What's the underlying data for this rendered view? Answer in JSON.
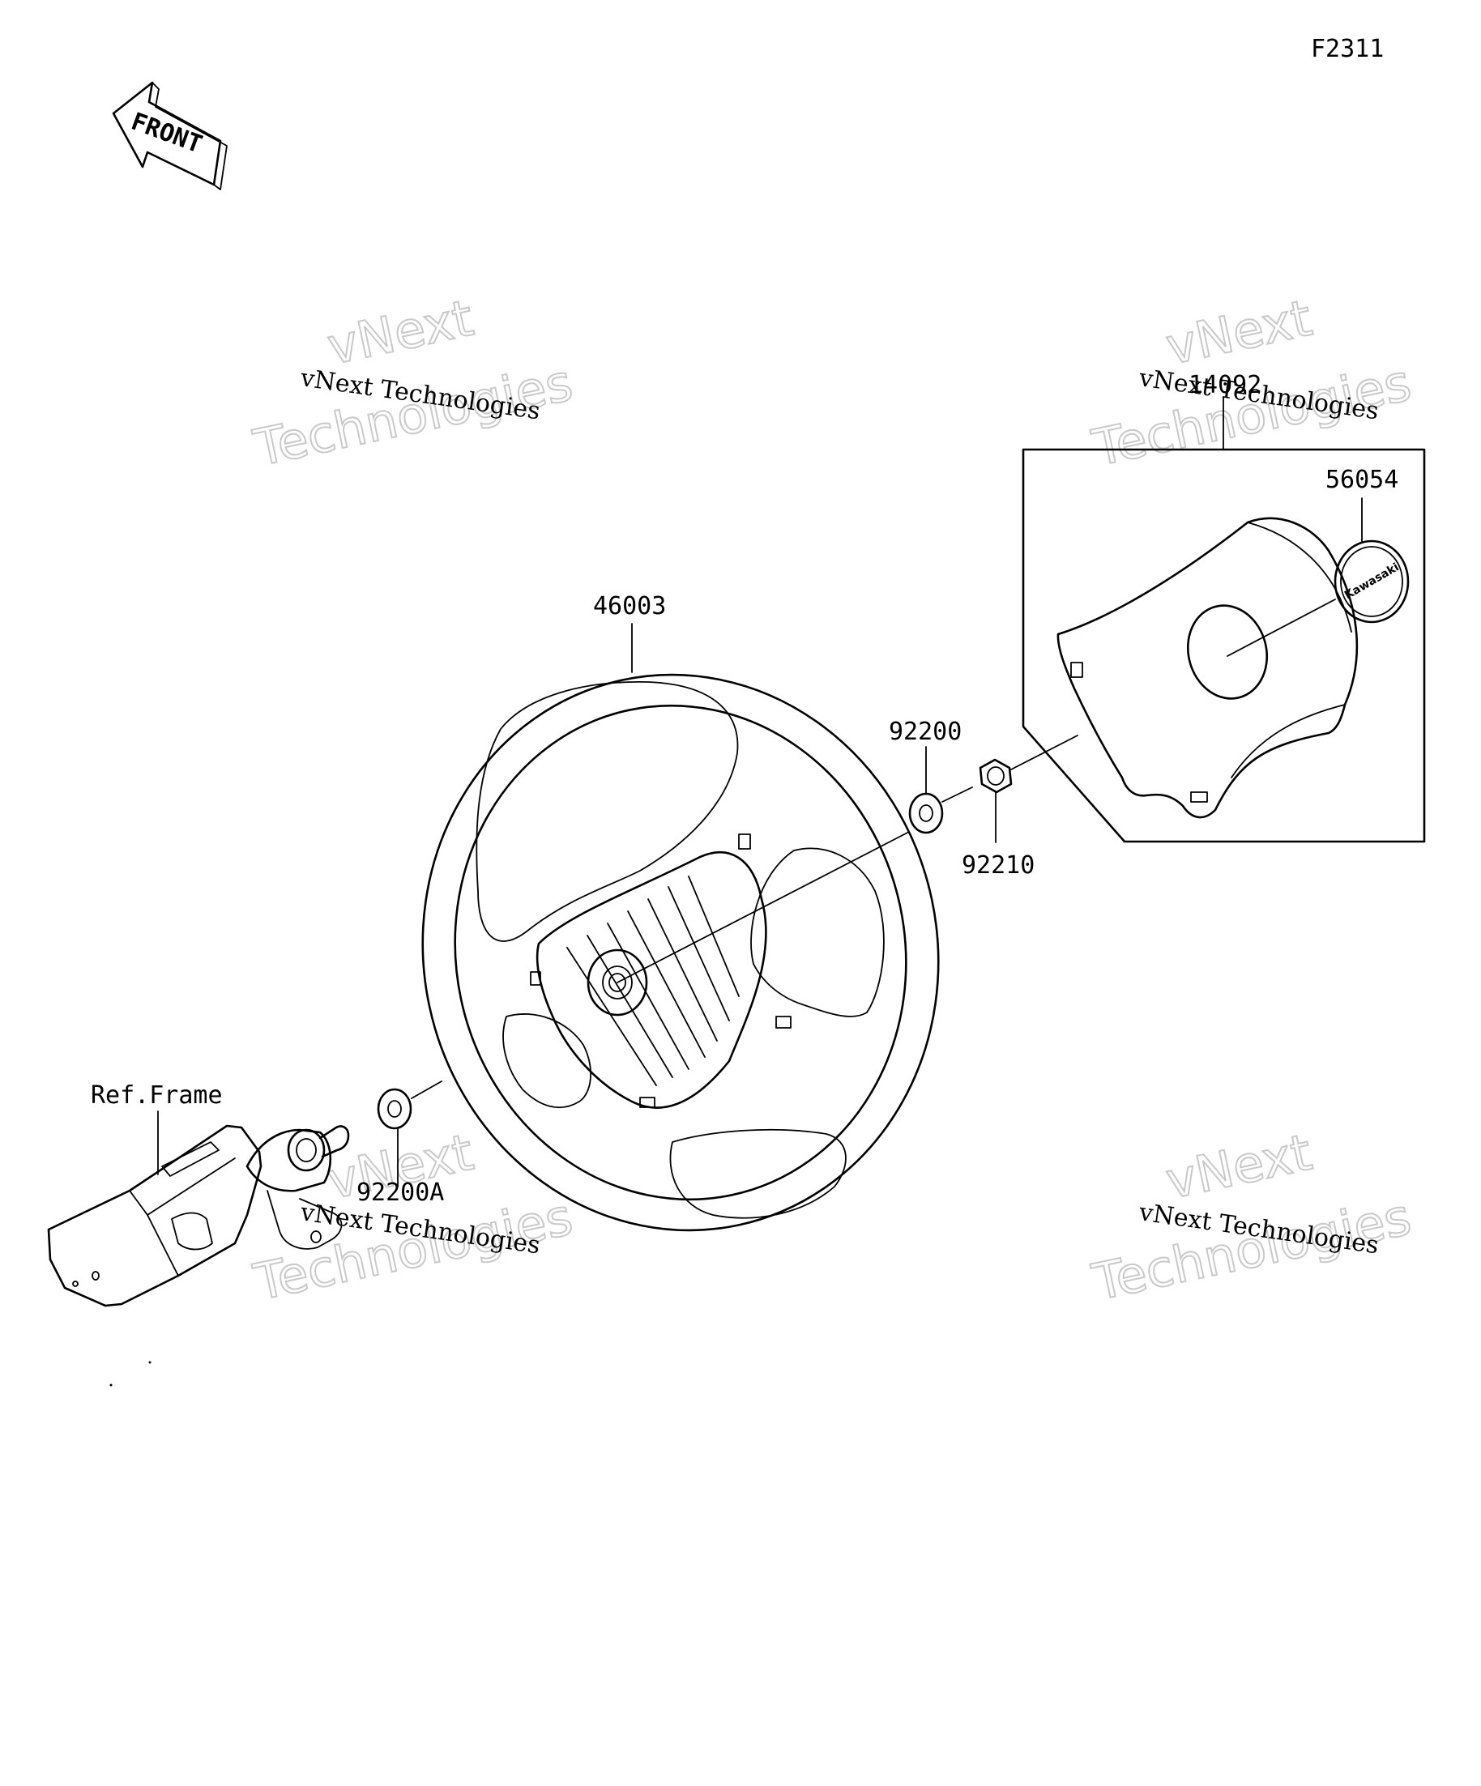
{
  "figure_code": "F2311",
  "front_label": "FRONT",
  "parts": {
    "steering_wheel": "46003",
    "pad_assembly": "14092",
    "emblem": "56054",
    "washer": "92200",
    "nut": "92210",
    "washer_a": "92200A"
  },
  "reference": "Ref.Frame",
  "emblem_text": "Kawasaki",
  "watermark": {
    "line1": "vNext Technologies",
    "line2_a": "vNext",
    "line2_b": "Technologies"
  }
}
